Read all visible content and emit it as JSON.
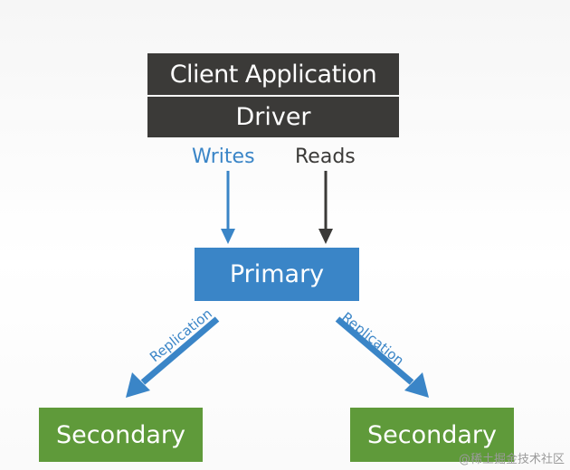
{
  "diagram": {
    "client_app": "Client Application",
    "driver": "Driver",
    "writes": "Writes",
    "reads": "Reads",
    "primary": "Primary",
    "replication_left": "Replication",
    "replication_right": "Replication",
    "secondary_left": "Secondary",
    "secondary_right": "Secondary"
  },
  "watermark": "@稀土掘金技术社区",
  "colors": {
    "dark_box": "#3b3a38",
    "primary_blue": "#3a85c7",
    "secondary_green": "#5f9a3a",
    "reads_arrow": "#3b3a38",
    "writes_arrow": "#3a85c7"
  }
}
